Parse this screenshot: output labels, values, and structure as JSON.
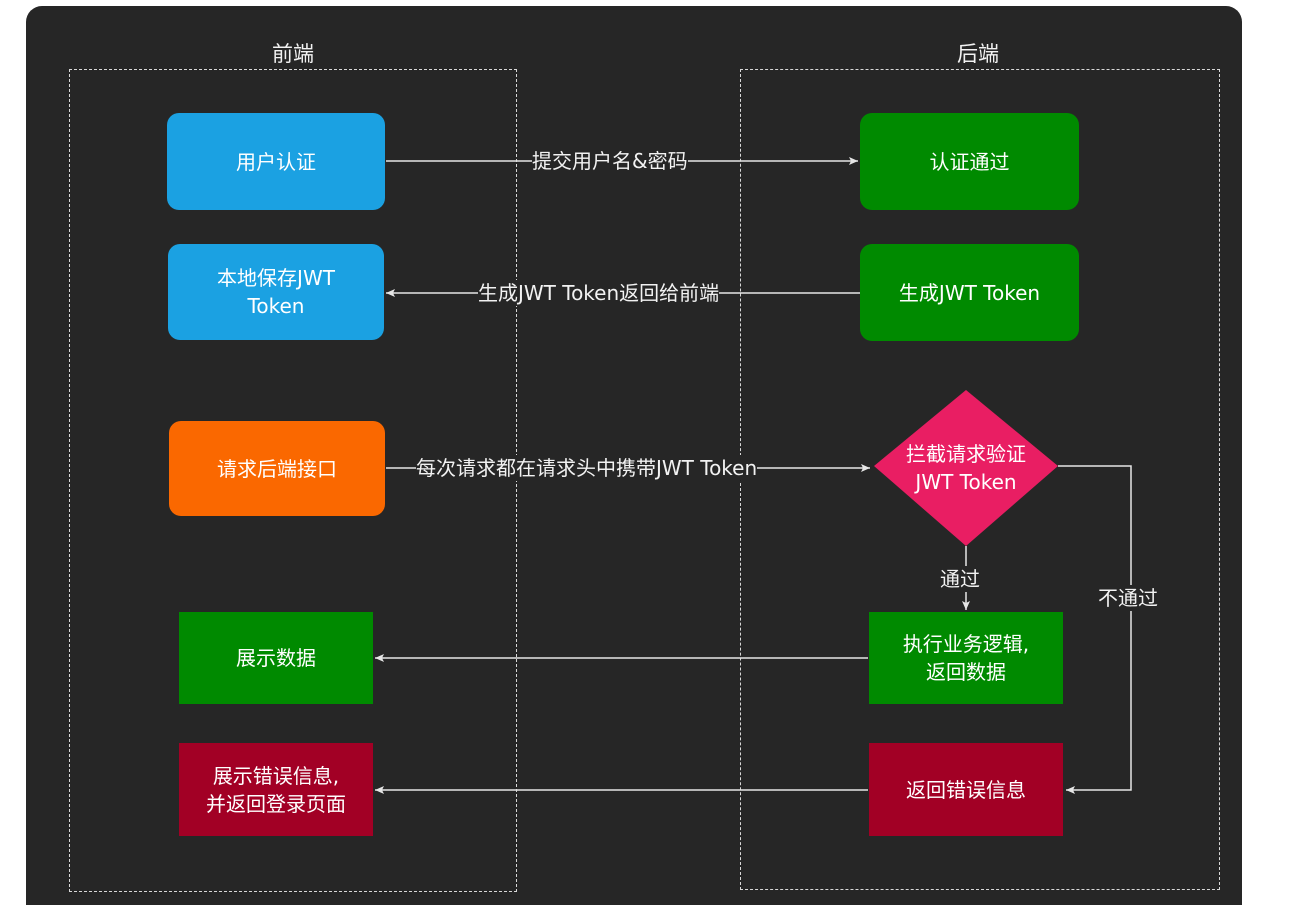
{
  "lanes": {
    "frontend_title": "前端",
    "backend_title": "后端"
  },
  "nodes": {
    "user_auth": "用户认证",
    "save_token": "本地保存JWT\nToken",
    "request_api": "请求后端接口",
    "show_data": "展示数据",
    "show_error": "展示错误信息,\n并返回登录页面",
    "auth_pass": "认证通过",
    "gen_token": "生成JWT Token",
    "intercept": "拦截请求验证\nJWT Token",
    "exec_logic": "执行业务逻辑,\n返回数据",
    "return_error": "返回错误信息"
  },
  "edges": {
    "submit_credentials": "提交用户名&密码",
    "return_token": "生成JWT Token返回给前端",
    "carry_token": "每次请求都在请求头中携带JWT Token",
    "pass": "通过",
    "fail": "不通过"
  },
  "colors": {
    "background": "#262626",
    "blue": "#1ba1e2",
    "green": "#008a00",
    "orange": "#fa6800",
    "red": "#a20025",
    "pink": "#e91e63",
    "line": "#e6e6e6"
  }
}
